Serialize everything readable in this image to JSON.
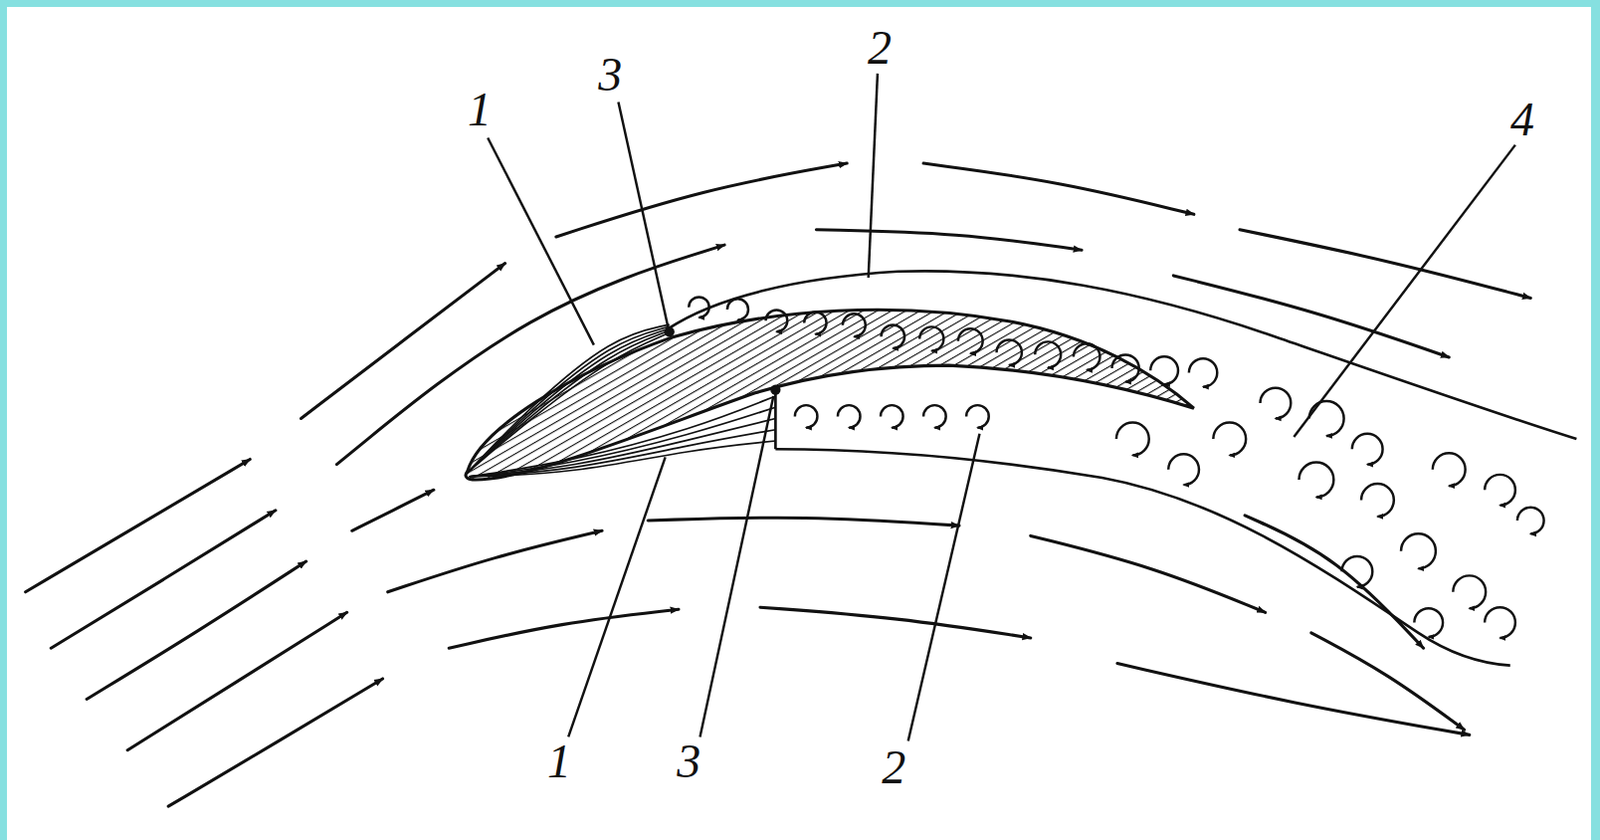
{
  "diagram": {
    "labels": [
      "1",
      "3",
      "2",
      "4",
      "1",
      "3",
      "2"
    ]
  }
}
